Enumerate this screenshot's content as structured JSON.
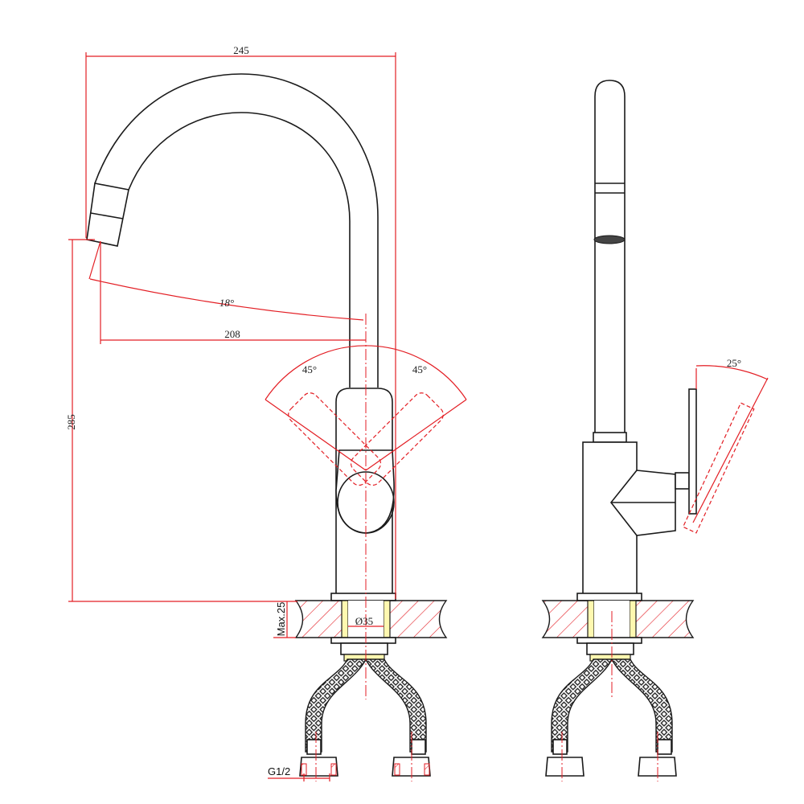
{
  "drawing": {
    "front_view": {
      "width_label": "245",
      "reach_label": "208",
      "height_label": "285",
      "spout_angle_label": "18°",
      "handle_left_angle_label": "45°",
      "handle_right_angle_label": "45°",
      "counter_thickness_label": "Max.25",
      "hole_diameter_label": "Ø35",
      "thread_label": "G1/2"
    },
    "side_view": {
      "handle_tilt_label": "25°"
    },
    "colors": {
      "dimension": "#e31e24",
      "outline": "#1a1a1a",
      "fitting": "#fff8b0"
    }
  }
}
